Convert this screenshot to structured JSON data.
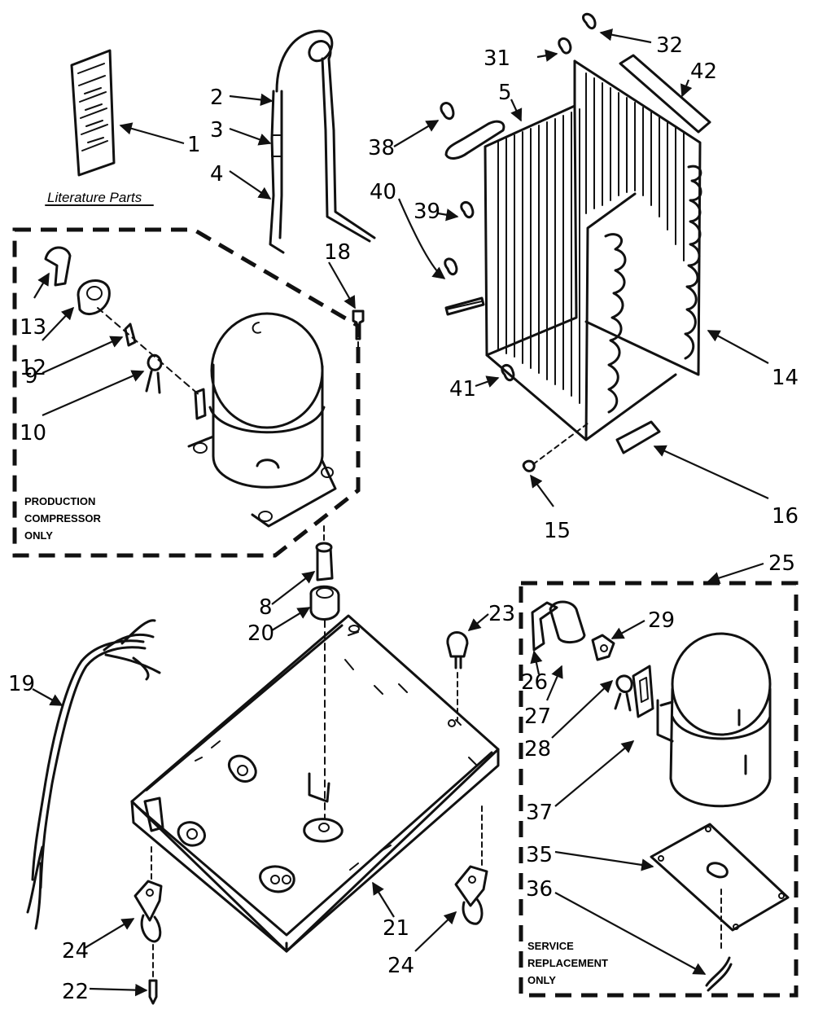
{
  "diagram": {
    "literature_label": "Literature Parts",
    "production_box_label": [
      "PRODUCTION",
      "COMPRESSOR",
      "ONLY"
    ],
    "service_box_label": [
      "SERVICE",
      "REPLACEMENT",
      "ONLY"
    ],
    "callouts": [
      {
        "id": "c1",
        "text": "1"
      },
      {
        "id": "c2",
        "text": "2"
      },
      {
        "id": "c3",
        "text": "3"
      },
      {
        "id": "c4",
        "text": "4"
      },
      {
        "id": "c5",
        "text": "5"
      },
      {
        "id": "c8",
        "text": "8"
      },
      {
        "id": "c9",
        "text": "9"
      },
      {
        "id": "c10",
        "text": "10"
      },
      {
        "id": "c12",
        "text": "12"
      },
      {
        "id": "c13",
        "text": "13"
      },
      {
        "id": "c14",
        "text": "14"
      },
      {
        "id": "c15",
        "text": "15"
      },
      {
        "id": "c16",
        "text": "16"
      },
      {
        "id": "c18",
        "text": "18"
      },
      {
        "id": "c19",
        "text": "19"
      },
      {
        "id": "c20",
        "text": "20"
      },
      {
        "id": "c21",
        "text": "21"
      },
      {
        "id": "c22",
        "text": "22"
      },
      {
        "id": "c23",
        "text": "23"
      },
      {
        "id": "c24a",
        "text": "24"
      },
      {
        "id": "c24b",
        "text": "24"
      },
      {
        "id": "c25",
        "text": "25"
      },
      {
        "id": "c26",
        "text": "26"
      },
      {
        "id": "c27",
        "text": "27"
      },
      {
        "id": "c28",
        "text": "28"
      },
      {
        "id": "c29",
        "text": "29"
      },
      {
        "id": "c31",
        "text": "31"
      },
      {
        "id": "c32",
        "text": "32"
      },
      {
        "id": "c35",
        "text": "35"
      },
      {
        "id": "c36",
        "text": "36"
      },
      {
        "id": "c37",
        "text": "37"
      },
      {
        "id": "c38",
        "text": "38"
      },
      {
        "id": "c39",
        "text": "39"
      },
      {
        "id": "c40",
        "text": "40"
      },
      {
        "id": "c41",
        "text": "41"
      },
      {
        "id": "c42",
        "text": "42"
      }
    ]
  }
}
